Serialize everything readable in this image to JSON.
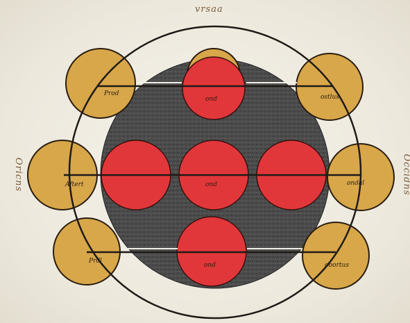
{
  "side_labels": {
    "top": "vrsaa",
    "left": "Oricns",
    "right": "Occidns"
  },
  "discs": {
    "top_left": "Prod",
    "top_center": "ond",
    "top_right": "ostlus",
    "mid_left": "Aftert",
    "center_left": "",
    "center": "ond",
    "center_right": "",
    "mid_right": "ondal",
    "bottom_left": "Prdl",
    "bottom_center": "ond",
    "bottom_right": "obortus"
  },
  "colors": {
    "dark_disc": "#474747",
    "red_disc": "#e2383a",
    "gold_disc": "#d9a94a",
    "ink": "#1e1a16"
  }
}
